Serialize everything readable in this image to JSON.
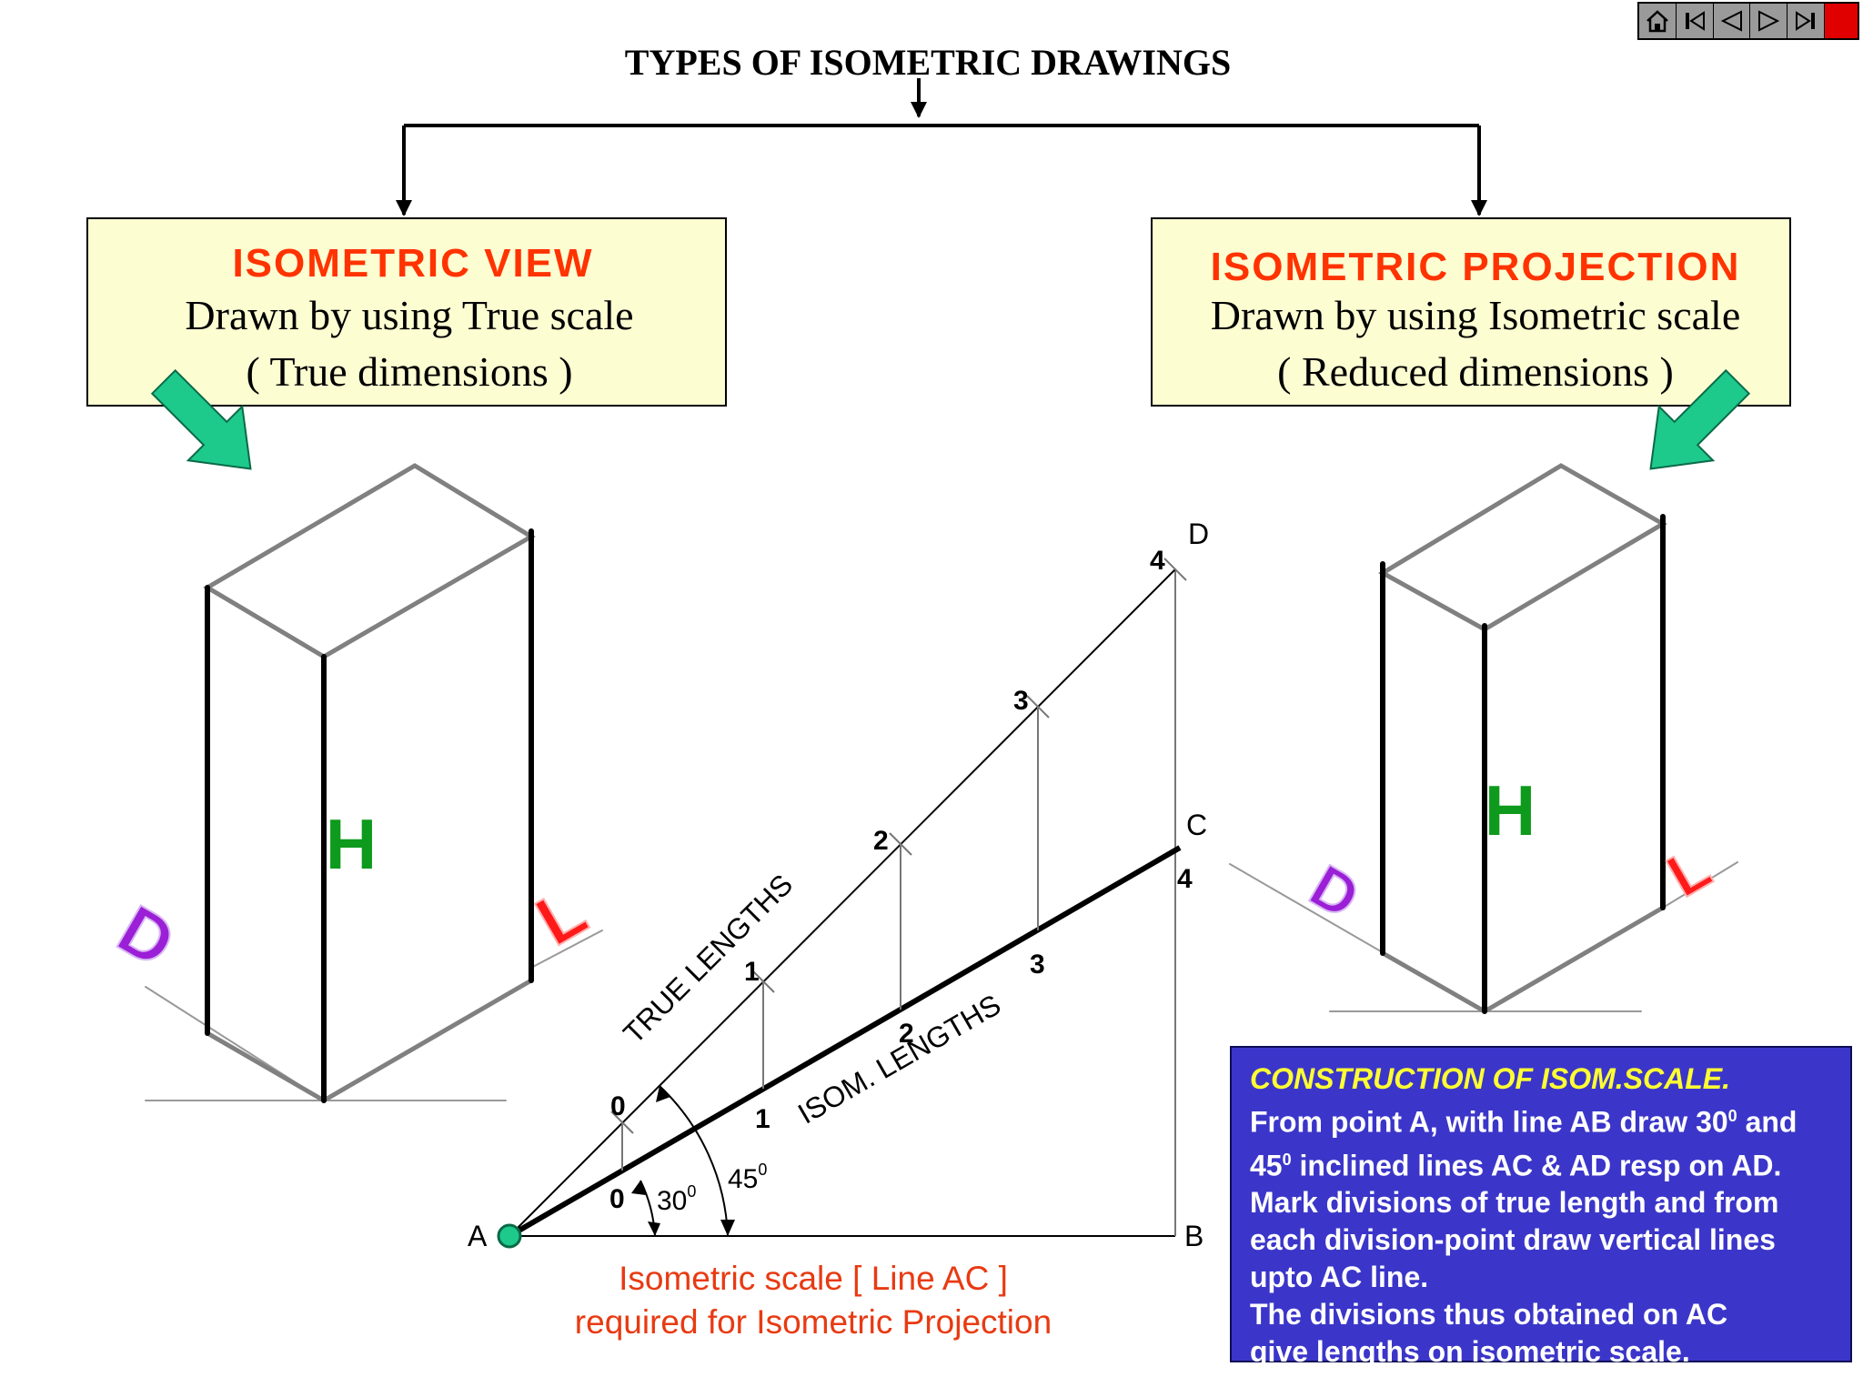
{
  "title": "TYPES OF ISOMETRIC DRAWINGS",
  "nav": {
    "buttons": [
      {
        "name": "home-button",
        "icon": "home-icon"
      },
      {
        "name": "first-slide-button",
        "icon": "skip-back-icon"
      },
      {
        "name": "previous-slide-button",
        "icon": "triangle-left-icon"
      },
      {
        "name": "next-slide-button",
        "icon": "triangle-right-icon"
      },
      {
        "name": "last-slide-button",
        "icon": "skip-forward-icon"
      },
      {
        "name": "stop-button",
        "icon": "stop-square-icon"
      }
    ],
    "stop_color": "#e00000"
  },
  "left_box": {
    "heading": "ISOMETRIC VIEW",
    "line1": "Drawn by using True scale",
    "line2": "( True dimensions )"
  },
  "right_box": {
    "heading": "ISOMETRIC PROJECTION",
    "line1": "Drawn by using Isometric scale",
    "line2": "( Reduced dimensions )"
  },
  "block_labels": {
    "height": "H",
    "depth": "D",
    "length": "L"
  },
  "construction": {
    "points": {
      "a": "A",
      "b": "B",
      "c": "C",
      "d": "D"
    },
    "true_divisions": [
      "0",
      "1",
      "2",
      "3",
      "4"
    ],
    "isom_divisions": [
      "0",
      "1",
      "2",
      "3",
      "4"
    ],
    "true_lengths_label": "TRUE LENGTHS",
    "isom_lengths_label": "ISOM. LENGTHS",
    "angle_30": "30",
    "angle_45": "45",
    "degree_mark": "0",
    "caption_line1": "Isometric scale [ Line AC ]",
    "caption_line2": "required for Isometric Projection"
  },
  "info_box": {
    "title": "CONSTRUCTION OF ISOM.SCALE.",
    "line1a": "From point A, with line AB draw 30",
    "line1b": " and",
    "line2a": "45",
    "line2b": " inclined lines AC & AD resp on AD.",
    "line3": "Mark divisions of true length and from",
    "line4": "each division-point draw vertical lines",
    "line5": "upto AC line.",
    "line6": "The divisions thus obtained on AC",
    "line7": "give lengths on isometric scale.",
    "sup": "0"
  },
  "colors": {
    "box_fill": "#fdfdd2",
    "heading_red": "#ff3300",
    "caption_red": "#e83a12",
    "arrow_green": "#1ec98c",
    "letter_green": "#0e9a1c",
    "letter_purple": "#9b1fd6",
    "letter_red": "#ff1a1a",
    "info_blue": "#3b36c9",
    "info_title": "#ffff33"
  }
}
